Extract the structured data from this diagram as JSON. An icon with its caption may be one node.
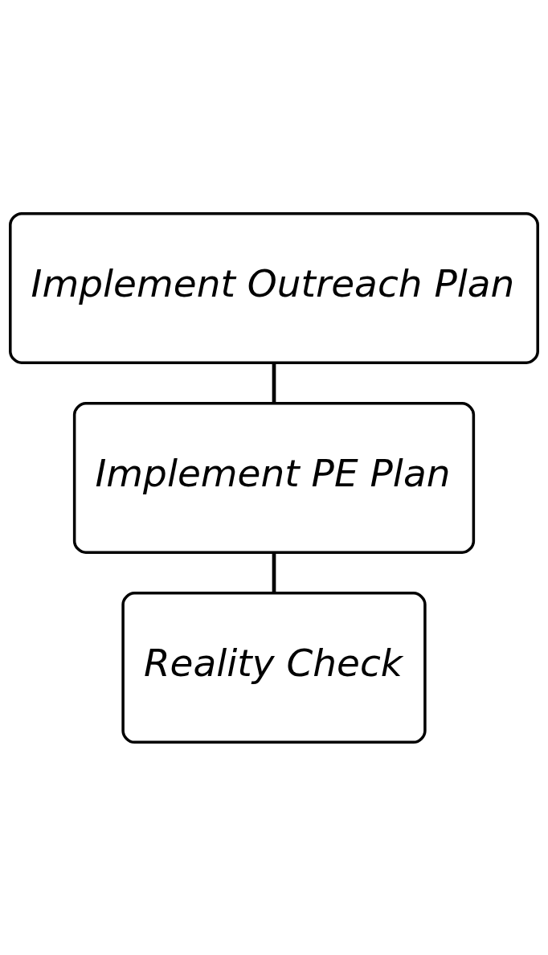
{
  "diagram": {
    "nodes": [
      {
        "text": [
          "Implement Outreach Plan"
        ]
      },
      {
        "text": [
          "Implement PE Plan"
        ]
      },
      {
        "text": [
          "Reality Check"
        ]
      }
    ],
    "edges": [
      {
        "from": 0,
        "to": 1,
        "arrow": "none"
      },
      {
        "from": 1,
        "to": 2,
        "arrow": "none"
      }
    ]
  }
}
